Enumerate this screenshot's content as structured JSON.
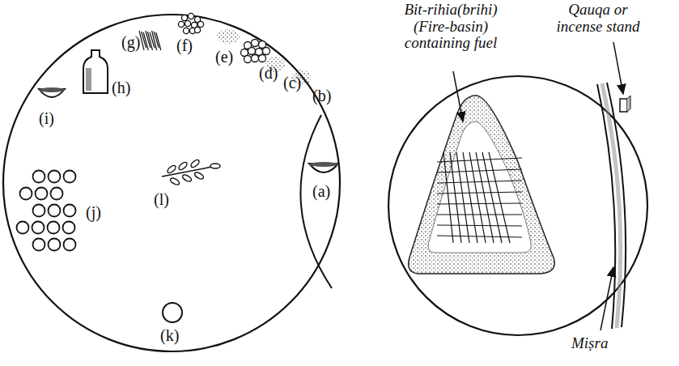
{
  "diagram": {
    "labels": [
      "Bit-rihia(brihi) (Fire-basin) containing fuel",
      "Qauqa or incense stand",
      "Miṣra",
      "(a)",
      "(b)",
      "(c)",
      "(d)",
      "(e)",
      "(f)",
      "(g)",
      "(h)",
      "(i)",
      "(j)",
      "(k)",
      "(l)"
    ]
  }
}
